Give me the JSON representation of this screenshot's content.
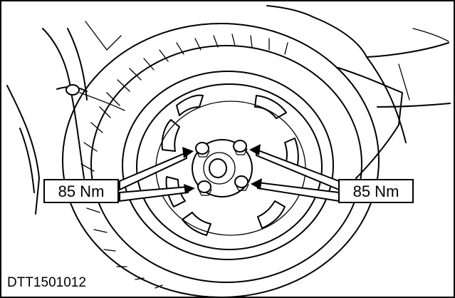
{
  "figure": {
    "reference_code": "DTT1501012",
    "callouts": [
      {
        "side": "left",
        "label": "85 Nm"
      },
      {
        "side": "right",
        "label": "85 Nm"
      }
    ],
    "line_color": "#000000",
    "background": "#ffffff"
  }
}
